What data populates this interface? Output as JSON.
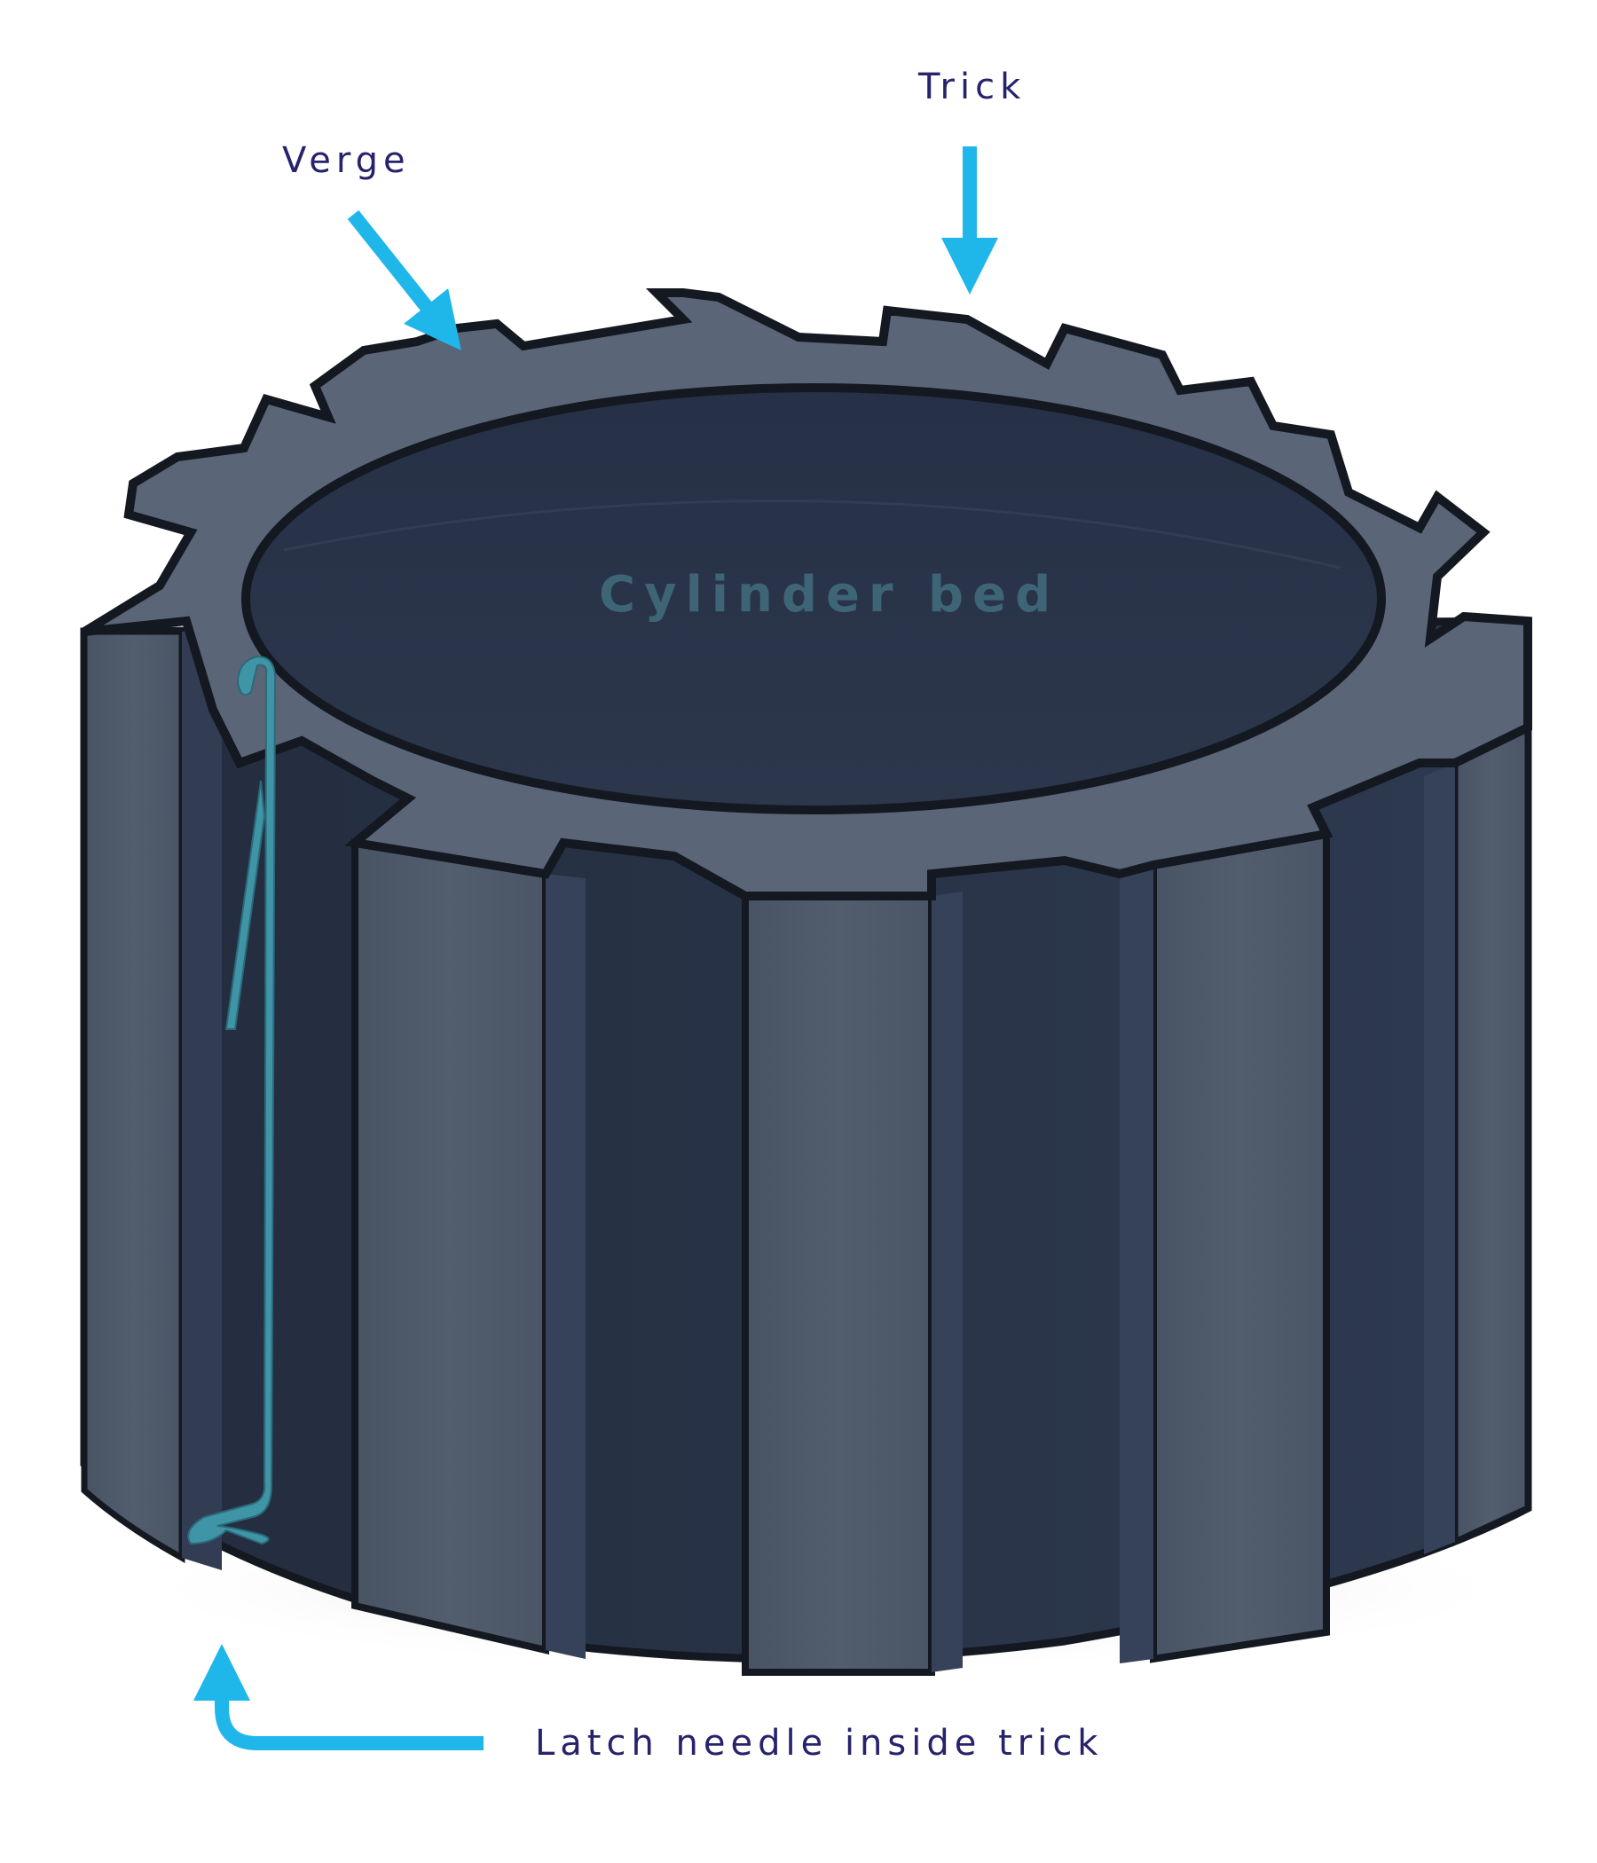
{
  "labels": {
    "trick": "Trick",
    "verge": "Verge",
    "cylinder_bed": "Cylinder bed",
    "latch_needle": "Latch needle inside trick"
  },
  "colors": {
    "arrow": "#1fb7ea",
    "label_text": "#26236b",
    "cylinder_face": "#4f5a69",
    "groove": "#2b3549",
    "top_surface": "#5a6577",
    "bed_interior": "#2a3447",
    "outline": "#141820",
    "needle": "#3f94a6",
    "bed_text": "#3d6576"
  }
}
